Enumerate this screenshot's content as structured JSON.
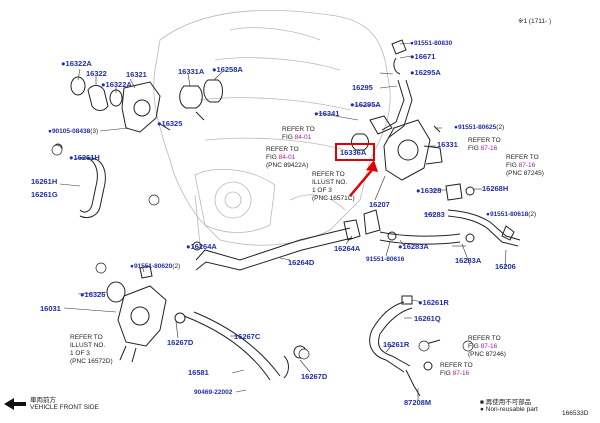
{
  "header": {
    "code": "※1 (1711-      )"
  },
  "figure_id": "166533D",
  "parts": [
    {
      "key": "p16322A_l",
      "text": "16322A",
      "dot": true
    },
    {
      "key": "p16322",
      "text": "16322",
      "dot": false
    },
    {
      "key": "p16321",
      "text": "16321",
      "dot": false
    },
    {
      "key": "p16322A_r",
      "text": "16322A",
      "dot": true
    },
    {
      "key": "p16331A",
      "text": "16331A",
      "dot": false
    },
    {
      "key": "p16258A",
      "text": "16258A",
      "dot": true
    },
    {
      "key": "p16325",
      "text": "16325",
      "dot": true
    },
    {
      "key": "p90105",
      "text": "90105-08438",
      "dot": true,
      "suffix": "(3)"
    },
    {
      "key": "p16261H_top",
      "text": "16261H",
      "dot": true
    },
    {
      "key": "p16261H",
      "text": "16261H",
      "dot": false
    },
    {
      "key": "p16261G",
      "text": "16261G",
      "dot": false
    },
    {
      "key": "p91551_80830",
      "text": "91551-80830",
      "dot": true
    },
    {
      "key": "p16671",
      "text": "16671",
      "dot": true
    },
    {
      "key": "p16295A_top",
      "text": "16295A",
      "dot": true
    },
    {
      "key": "p16295",
      "text": "16295",
      "dot": false
    },
    {
      "key": "p16295A",
      "text": "16295A",
      "dot": true
    },
    {
      "key": "p16341",
      "text": "16341",
      "dot": true
    },
    {
      "key": "p91551_80625",
      "text": "91551-80625",
      "dot": true,
      "suffix": "(2)"
    },
    {
      "key": "p16331",
      "text": "16331",
      "dot": false
    },
    {
      "key": "p16336A",
      "text": "16336A",
      "dot": false
    },
    {
      "key": "p16328",
      "text": "16328",
      "dot": true
    },
    {
      "key": "p16268H",
      "text": "16268H",
      "dot": false
    },
    {
      "key": "p16207",
      "text": "16207",
      "dot": false
    },
    {
      "key": "p91551_80618",
      "text": "91551-80618",
      "dot": true,
      "suffix": "(2)"
    },
    {
      "key": "p16283",
      "text": "16283",
      "dot": false
    },
    {
      "key": "p16264A_l",
      "text": "16264A",
      "dot": true
    },
    {
      "key": "p16264A_r",
      "text": "16264A",
      "dot": false
    },
    {
      "key": "p16283A",
      "text": "16283A",
      "dot": true
    },
    {
      "key": "p16264D",
      "text": "16264D",
      "dot": false
    },
    {
      "key": "p91551_80616",
      "text": "91551-80616",
      "dot": false
    },
    {
      "key": "p16283A_b",
      "text": "16283A",
      "dot": false
    },
    {
      "key": "p16206",
      "text": "16206",
      "dot": false
    },
    {
      "key": "p91551_80620",
      "text": "91551-80620",
      "dot": true,
      "suffix": "(2)"
    },
    {
      "key": "p16326",
      "text": "16326",
      "dot": true
    },
    {
      "key": "p16031",
      "text": "16031",
      "dot": false
    },
    {
      "key": "p16261R",
      "text": "16261R",
      "dot": true
    },
    {
      "key": "p16261Q",
      "text": "16261Q",
      "dot": false
    },
    {
      "key": "p16267C",
      "text": "16267C",
      "dot": false
    },
    {
      "key": "p16267D_l",
      "text": "16267D",
      "dot": false
    },
    {
      "key": "p16261R_b",
      "text": "16261R",
      "dot": false
    },
    {
      "key": "p16581",
      "text": "16581",
      "dot": false
    },
    {
      "key": "p16267D_r",
      "text": "16267D",
      "dot": false
    },
    {
      "key": "p90469",
      "text": "90469-22002",
      "dot": false
    },
    {
      "key": "p87208M",
      "text": "87208M",
      "dot": false
    }
  ],
  "refs": [
    {
      "key": "r_84_01_a",
      "lines": [
        {
          "t": "REFER TO"
        },
        {
          "t": "FIG ",
          "f": "84-01"
        }
      ]
    },
    {
      "key": "r_84_01_b",
      "lines": [
        {
          "t": "REFER TO"
        },
        {
          "t": "FIG ",
          "f": "84-01"
        },
        {
          "t": "(PNC 89422A)"
        }
      ]
    },
    {
      "key": "r_illust_16571",
      "lines": [
        {
          "t": "REFER TO"
        },
        {
          "t": "ILLUST NO."
        },
        {
          "t": "1 OF 3"
        },
        {
          "t": "(PNC 16571C)"
        }
      ]
    },
    {
      "key": "r_87_16_a",
      "lines": [
        {
          "t": "REFER TO"
        },
        {
          "t": "FIG ",
          "f": "87-16"
        }
      ]
    },
    {
      "key": "r_87_16_b",
      "lines": [
        {
          "t": "REFER TO"
        },
        {
          "t": "FIG ",
          "f": "87-16"
        },
        {
          "t": "(PNC 87245)"
        }
      ]
    },
    {
      "key": "r_illust_16572",
      "lines": [
        {
          "t": "REFER TO"
        },
        {
          "t": "ILLUST NO."
        },
        {
          "t": "1 OF 3"
        },
        {
          "t": "(PNC 16572D)"
        }
      ]
    },
    {
      "key": "r_87_16_c",
      "lines": [
        {
          "t": "REFER TO"
        },
        {
          "t": "FIG ",
          "f": "87-16"
        },
        {
          "t": "(PNC 87246)"
        }
      ]
    },
    {
      "key": "r_87_16_d",
      "lines": [
        {
          "t": "REFER TO"
        },
        {
          "t": "FIG ",
          "f": "87-16"
        }
      ]
    }
  ],
  "legend": {
    "front_jp": "車両前方",
    "front_en": "VEHICLE FRONT SIDE",
    "items": [
      {
        "symbol": "■",
        "text": "再使用不可部品"
      },
      {
        "symbol": "●",
        "text": "Non-reusable part"
      }
    ]
  },
  "highlight": {
    "part": "16336A",
    "color": "#e00000"
  }
}
